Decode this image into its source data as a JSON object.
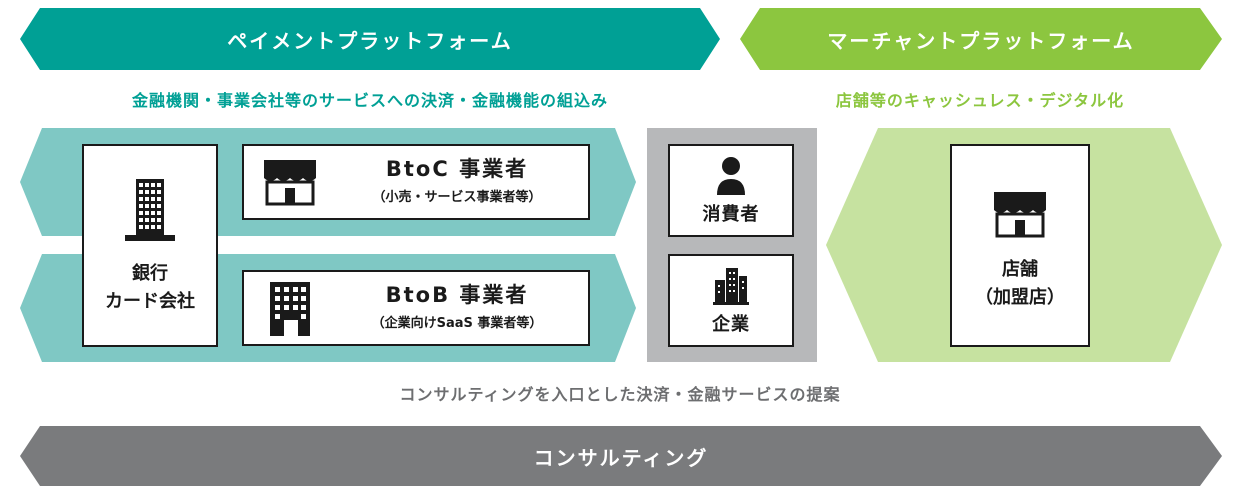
{
  "colors": {
    "payment_dark": "#00a095",
    "payment_light": "#7fc8c4",
    "merchant_dark": "#8cc63f",
    "merchant_light": "#c6e2a0",
    "center_gray": "#b7b8ba",
    "consulting_gray": "#7a7b7d",
    "text_gray": "#6d6e70",
    "ink": "#1a1a1a"
  },
  "payment_platform": {
    "title": "ペイメントプラットフォーム",
    "subtitle": "金融機関・事業会社等のサービスへの決済・金融機能の組込み"
  },
  "merchant_platform": {
    "title": "マーチャントプラットフォーム",
    "subtitle": "店舗等のキャッシュレス・デジタル化"
  },
  "bank": {
    "icon": "office-building-icon",
    "line1": "銀行",
    "line2": "カード会社"
  },
  "btoc": {
    "icon": "shop-icon",
    "title": "BtoC 事業者",
    "sub": "（小売・サービス事業者等）"
  },
  "btob": {
    "icon": "office-building-icon",
    "title": "BtoB 事業者",
    "sub": "（企業向けSaaS 事業者等）"
  },
  "consumer": {
    "icon": "person-icon",
    "label": "消費者"
  },
  "enterprise": {
    "icon": "city-buildings-icon",
    "label": "企業"
  },
  "store": {
    "icon": "shop-icon",
    "line1": "店舗",
    "line2": "（加盟店）"
  },
  "consulting": {
    "caption": "コンサルティングを入口とした決済・金融サービスの提案",
    "title": "コンサルティング"
  }
}
